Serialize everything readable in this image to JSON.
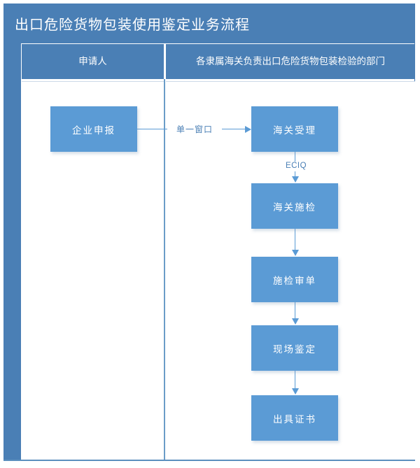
{
  "title": "出口危险货物包装使用鉴定业务流程",
  "columns": [
    {
      "id": "applicant",
      "header": "申请人"
    },
    {
      "id": "customs",
      "header": "各隶属海关负责出口危险货物包装检验的部门"
    }
  ],
  "nodes": {
    "declare": "企业申报",
    "accept": "海关受理",
    "inspect": "海关施检",
    "review": "施检审单",
    "onsite": "现场鉴定",
    "certify": "出具证书"
  },
  "edge_labels": {
    "single_window": "单一窗口",
    "eciq": "ECIQ"
  },
  "colors": {
    "header_blue": "#4a7fb5",
    "node_blue": "#5b9bd5",
    "line_blue": "#5b9bd5",
    "label_text": "#4a7fb5",
    "node_text": "#ffffff",
    "background": "#ffffff"
  }
}
